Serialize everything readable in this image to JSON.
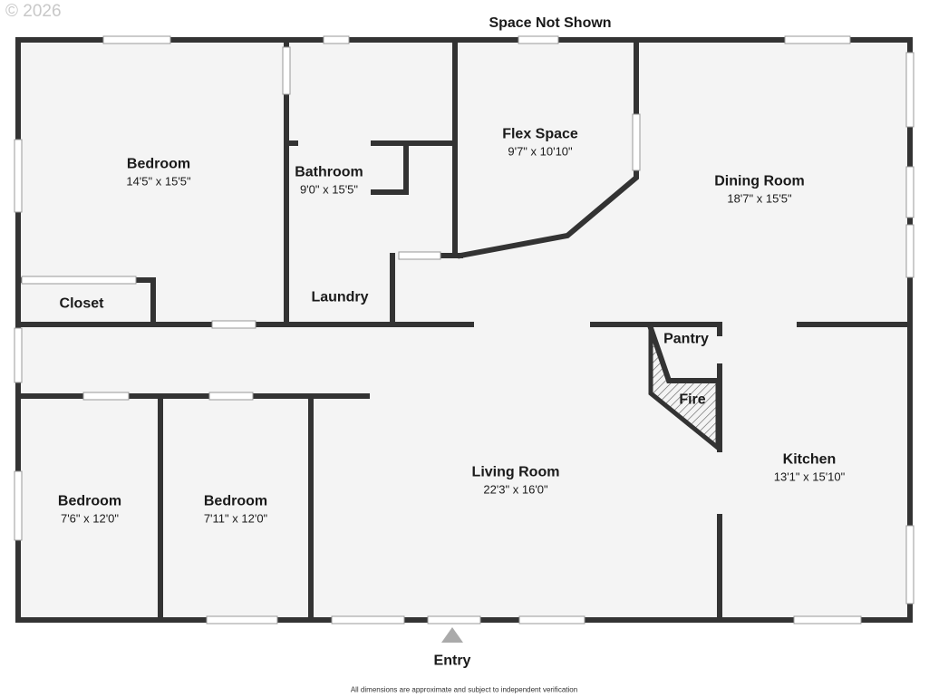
{
  "copyright": "© 2026",
  "top_label": "Space Not Shown",
  "entry_label": "Entry",
  "footnote": "All dimensions are approximate and subject to independent verification",
  "rooms": {
    "bedroom_main": {
      "name": "Bedroom",
      "dims": "14'5\" x 15'5\""
    },
    "bathroom": {
      "name": "Bathroom",
      "dims": "9'0\" x 15'5\""
    },
    "flex_space": {
      "name": "Flex Space",
      "dims": "9'7\" x 10'10\""
    },
    "dining_room": {
      "name": "Dining Room",
      "dims": "18'7\" x 15'5\""
    },
    "closet": {
      "name": "Closet"
    },
    "laundry": {
      "name": "Laundry"
    },
    "pantry": {
      "name": "Pantry"
    },
    "fire": {
      "name": "Fire"
    },
    "bedroom_left": {
      "name": "Bedroom",
      "dims": "7'6\" x 12'0\""
    },
    "bedroom_mid": {
      "name": "Bedroom",
      "dims": "7'11\" x 12'0\""
    },
    "living_room": {
      "name": "Living Room",
      "dims": "22'3\" x 16'0\""
    },
    "kitchen": {
      "name": "Kitchen",
      "dims": "13'1\" x 15'10\""
    }
  },
  "colors": {
    "wall": "#333333",
    "floor": "#f4f4f4",
    "window": "#ffffff",
    "entry_arrow": "#aaaaaa"
  }
}
